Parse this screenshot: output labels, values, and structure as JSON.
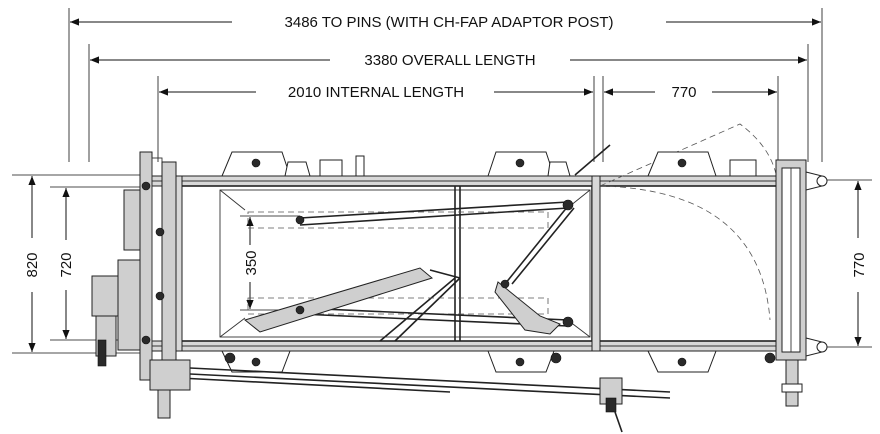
{
  "dimensions": {
    "to_pins": "3486 TO PINS (WITH CH-FAP ADAPTOR POST)",
    "overall_length": "3380 OVERALL LENGTH",
    "internal_length": "2010 INTERNAL LENGTH",
    "end_section": "770",
    "outer_width": "820",
    "inner_width": "720",
    "mid_spacing": "350",
    "right_width": "770"
  }
}
